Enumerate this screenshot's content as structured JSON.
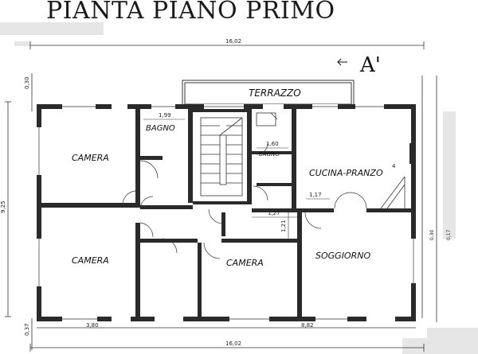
{
  "title": "PIANTA PIANO PRIMO",
  "section_marker": "A'",
  "rooms": {
    "terrazzo": "TERRAZZO",
    "bagno_1": "BAGNO",
    "bagno_2": "BAGNO",
    "camera_1": "CAMERA",
    "camera_2": "CAMERA",
    "camera_3": "CAMERA",
    "cucina": "CUCINA-PRANZO",
    "soggiorno": "SOGGIORNO"
  },
  "dimensions": {
    "top_total": "16,02",
    "bottom_total": "16,02",
    "bottom_left": "3,80",
    "bottom_right": "8,82",
    "bagno_width": "1,99",
    "bagno_small_width": "1,60",
    "corridor_width": "1,27",
    "corridor_height": "1,21",
    "kitchen_opening": "1,17",
    "left_height": "9,25",
    "left_top_offset": "0,30",
    "left_bottom_offset": "0,37",
    "right_wall_a": "0,30",
    "right_wall_b": "0,17",
    "small_mark": "4"
  }
}
